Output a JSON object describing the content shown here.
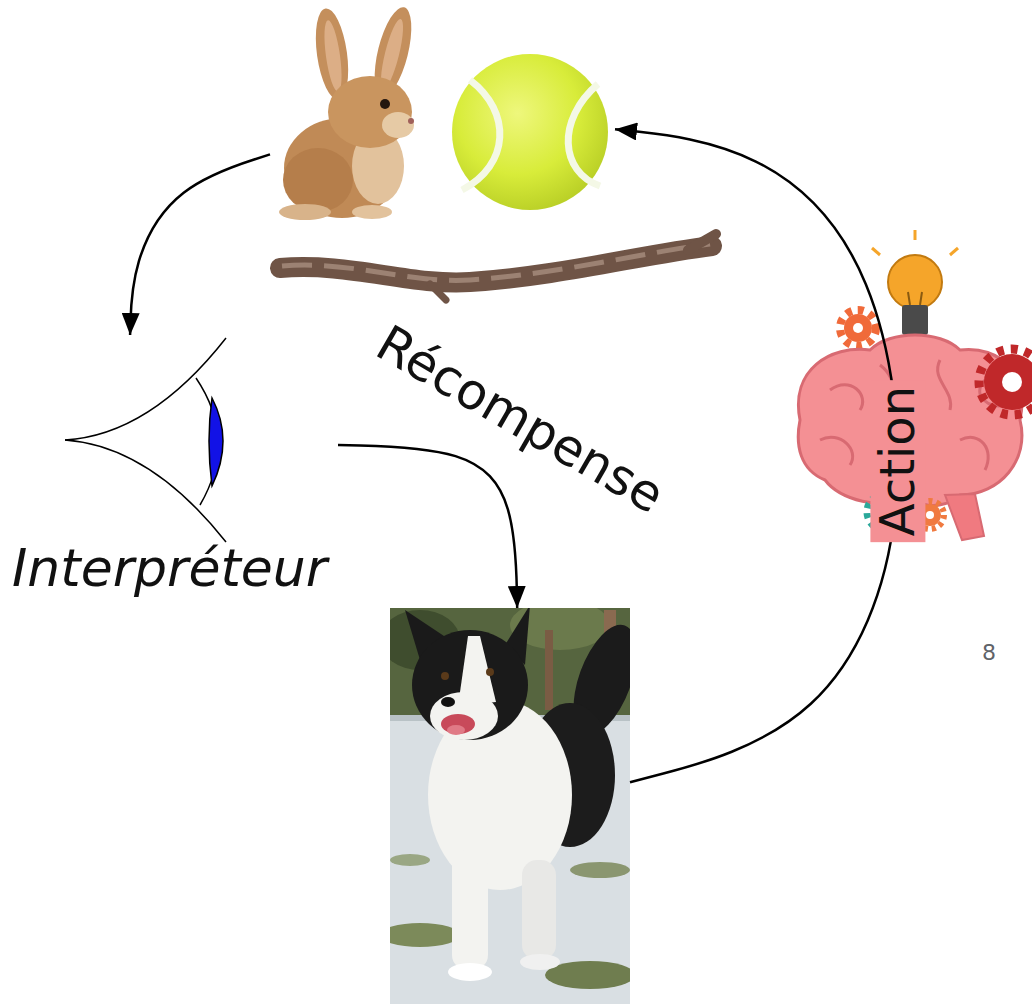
{
  "diagram": {
    "nodes": [
      {
        "text": []
      },
      {
        "text": [
          "Interpréteur"
        ]
      },
      {
        "text": []
      }
    ],
    "edges": [
      {
        "from": 0,
        "to": 1,
        "arrow": "to"
      },
      {
        "from": 1,
        "to": 2,
        "label": "Récompense",
        "arrow": "to"
      },
      {
        "from": 2,
        "to": 0,
        "label": "Action",
        "arrow": "to"
      }
    ],
    "labels": [
      "8"
    ]
  }
}
